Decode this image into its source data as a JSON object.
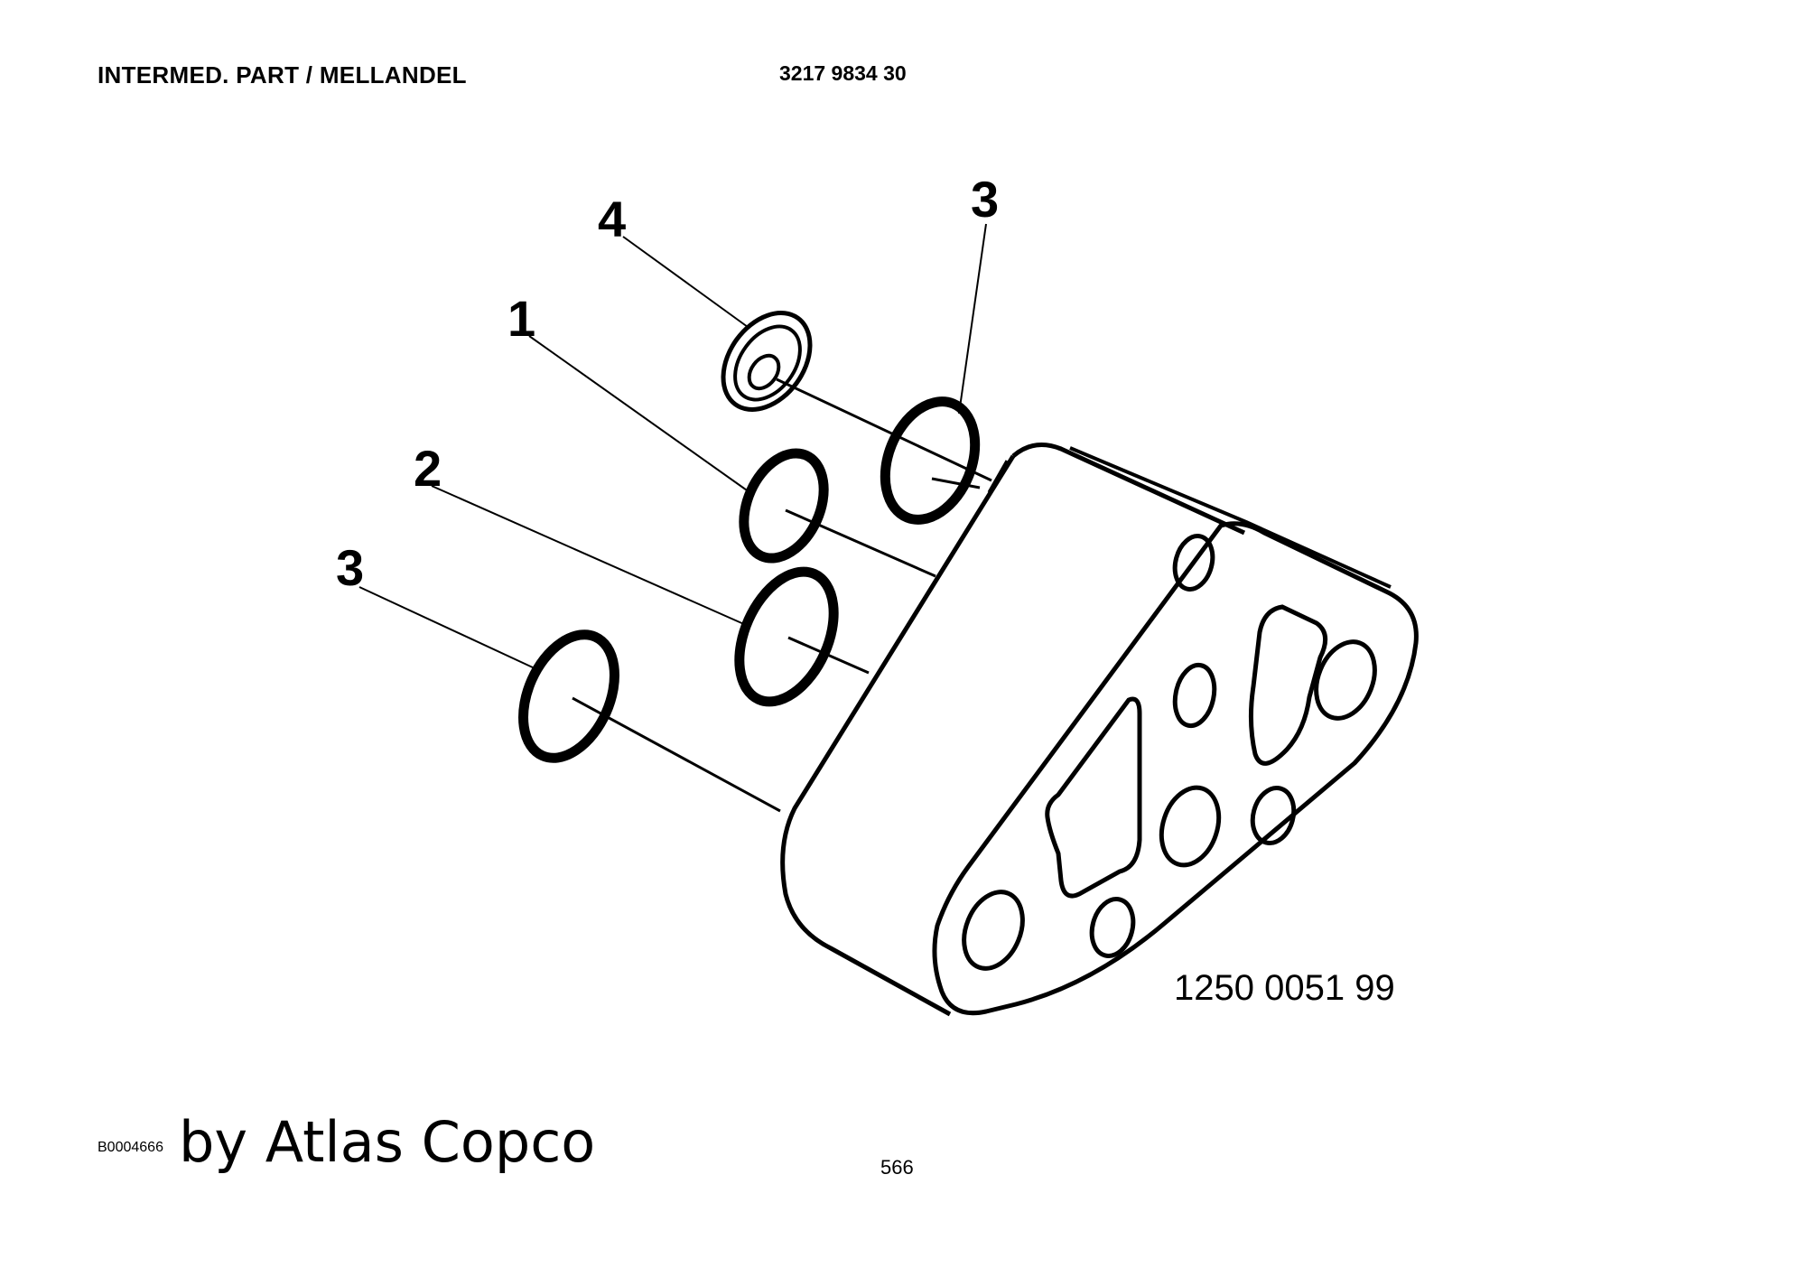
{
  "header": {
    "title": "INTERMED. PART / MELLANDEL",
    "part_number": "3217 9834 30"
  },
  "diagram": {
    "callouts": [
      {
        "label": "4"
      },
      {
        "label": "3"
      },
      {
        "label": "1"
      },
      {
        "label": "2"
      },
      {
        "label": "3"
      }
    ],
    "drawing_number": "1250 0051 99"
  },
  "footer": {
    "reference": "B0004666",
    "brand": "by Atlas Copco",
    "page_number": "566"
  }
}
